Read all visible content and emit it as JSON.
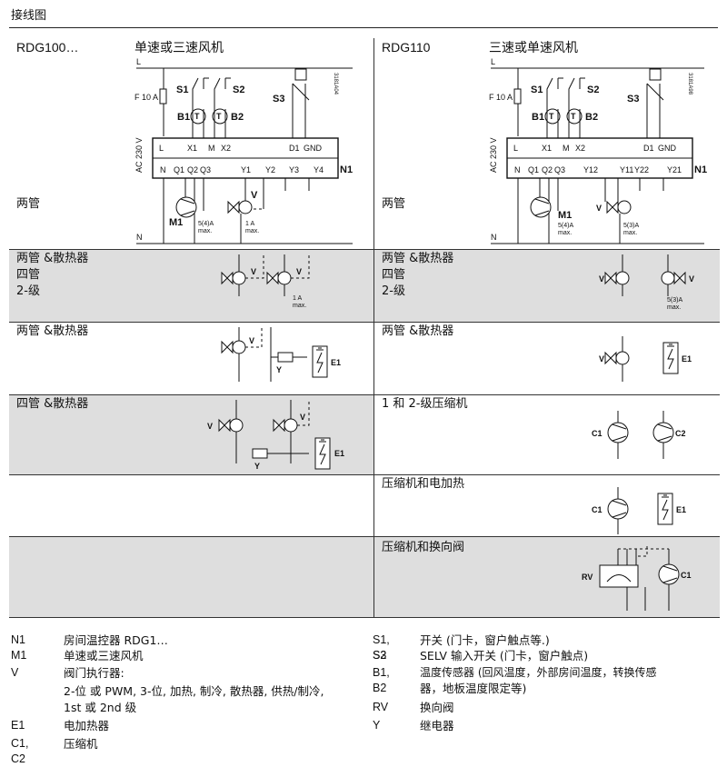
{
  "page_title": "接线图",
  "left_model": "RDG100…",
  "left_fan": "单速或三速风机",
  "right_model": "RDG110",
  "right_fan": "三速或单速风机",
  "cells": {
    "r1_left": "两管",
    "r1_right": "两管",
    "r2_left": "两管 &散热器\n四管\n2-级",
    "r2_right": "两管 &散热器\n四管\n2-级",
    "r3_left": "两管 &散热器",
    "r3_right": "两管 &散热器",
    "r4_left": "四管 &散热器",
    "r4_right": "1 和 2-级压缩机",
    "r5_right": "压缩机和电加热",
    "r6_right": "压缩机和换向阀"
  },
  "diagram_text": {
    "L": "L",
    "N": "N",
    "F10A": "F 10 A",
    "S1": "S1",
    "S2": "S2",
    "S3": "S3",
    "B1": "B1",
    "B2": "B2",
    "T": "T",
    "M1": "M1",
    "N1": "N1",
    "V": "V",
    "Y": "Y",
    "E1": "E1",
    "C1": "C1",
    "C2": "C2",
    "RV": "RV",
    "AC230V": "AC 230 V",
    "t_L": "L",
    "t_X1": "X1",
    "t_M": "M",
    "t_X2": "X2",
    "t_D1": "D1",
    "t_GND": "GND",
    "t_N": "N",
    "t_Q1": "Q1",
    "t_Q2": "Q2",
    "t_Q3": "Q3",
    "t_Y1": "Y1",
    "t_Y2": "Y2",
    "t_Y3": "Y3",
    "t_Y4": "Y4",
    "t_Y12": "Y12",
    "t_Y11": "Y11",
    "t_Y22": "Y22",
    "t_Y21": "Y21",
    "fan_max_l": "5(4)A\nmax.",
    "valve_max_l": "1 A\nmax.",
    "fan_max_r": "5(4)A\nmax.",
    "valve_max_r": "5(3)A\nmax.",
    "r2_left_max": "1 A\nmax.",
    "r2_right_max": "5(3)A\nmax.",
    "code_l": "3181A04",
    "code_r": "3181A98"
  },
  "legend_left": [
    {
      "key": "N1",
      "value": "房间温控器 RDG1…"
    },
    {
      "key": "M1",
      "value": "单速或三速风机"
    },
    {
      "key": "V",
      "value": "阀门执行器:"
    },
    {
      "key": "",
      "value": "2-位 或 PWM, 3-位, 加热, 制冷, 散热器, 供热/制冷,"
    },
    {
      "key": "",
      "value": "1st 或 2nd 级"
    },
    {
      "key": "E1",
      "value": "电加热器"
    },
    {
      "key": "C1, C2",
      "value": "压缩机"
    }
  ],
  "legend_right": [
    {
      "key": "S1, S2",
      "value": "开关 (门卡，窗户触点等.)"
    },
    {
      "key": "S3",
      "value": "SELV 输入开关 (门卡，窗户触点)"
    },
    {
      "key": "B1, B2",
      "value": "温度传感器 (回风温度，外部房间温度，转换传感"
    },
    {
      "key": "",
      "value": "器，地板温度限定等)"
    },
    {
      "key": "RV",
      "value": "换向阀"
    },
    {
      "key": "Y",
      "value": "继电器"
    }
  ]
}
